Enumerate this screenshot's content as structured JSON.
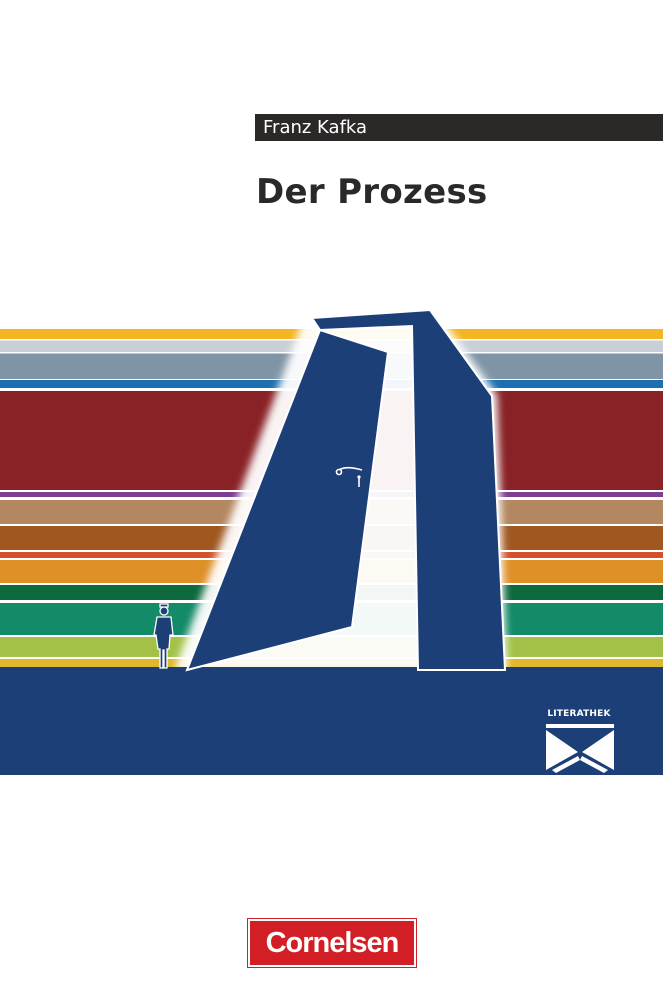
{
  "cover": {
    "author": "Franz Kafka",
    "title": "Der Prozess",
    "series_logo_text": "LITERATHEK",
    "series_logo_icon": "open-book-icon",
    "publisher": "Cornelsen"
  },
  "colors": {
    "author_bar": "#2b2828",
    "title": "#2b2828",
    "door_blue": "#1d3f78",
    "publisher_red": "#d11f25",
    "stripes": [
      "#f3b523",
      "#c9cfd6",
      "#7f95a6",
      "#1d6fb1",
      "#892227",
      "#7c3e91",
      "#b3875f",
      "#a05820",
      "#de8f26",
      "#0e6a3e",
      "#138a68",
      "#a3c147",
      "#e0b82c"
    ]
  }
}
